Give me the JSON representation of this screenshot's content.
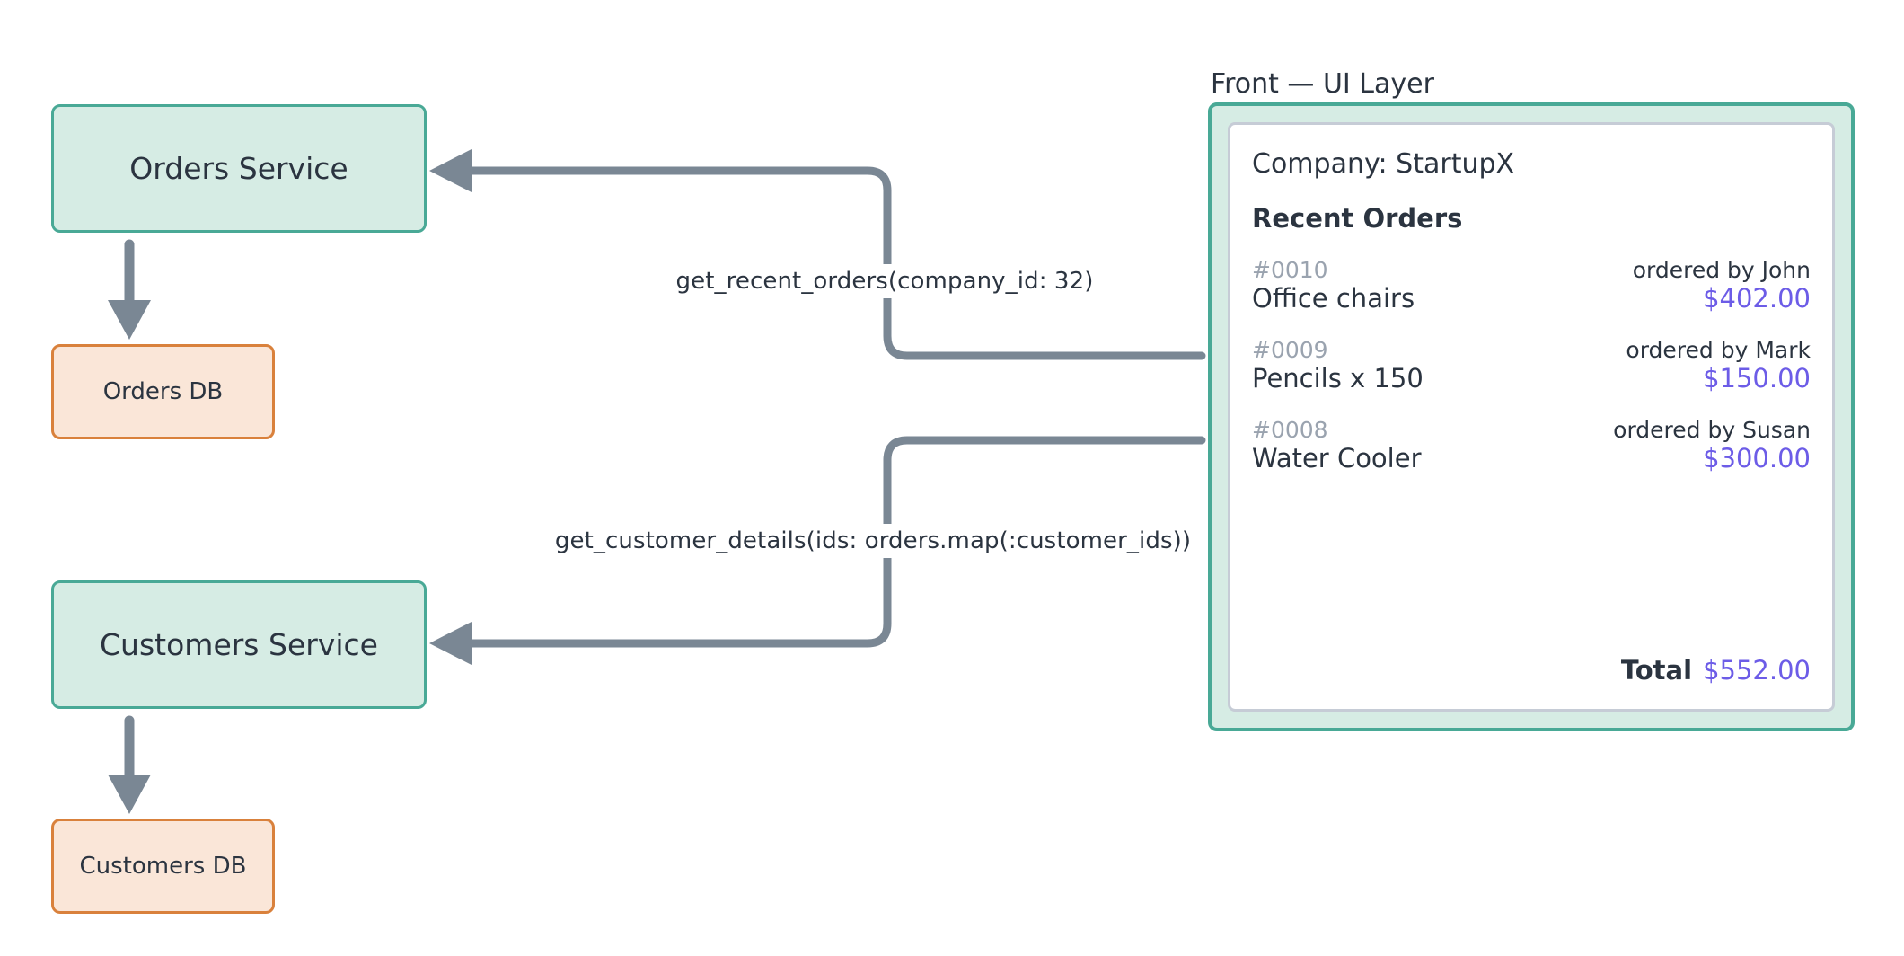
{
  "nodes": {
    "orders_service": "Orders Service",
    "orders_db": "Orders DB",
    "customers_service": "Customers Service",
    "customers_db": "Customers DB"
  },
  "edges": {
    "orders_call": "get_recent_orders(company_id: 32)",
    "customers_call": "get_customer_details(ids: orders.map(:customer_ids))"
  },
  "ui_panel": {
    "title": "Front — UI Layer",
    "company_line": "Company: StartupX",
    "orders_heading": "Recent Orders",
    "orders": [
      {
        "id": "#0010",
        "ordered_by": "ordered by John",
        "item": "Office chairs",
        "amount": "$402.00"
      },
      {
        "id": "#0009",
        "ordered_by": "ordered by Mark",
        "item": "Pencils x 150",
        "amount": "$150.00"
      },
      {
        "id": "#0008",
        "ordered_by": "ordered by Susan",
        "item": "Water Cooler",
        "amount": "$300.00"
      }
    ],
    "total_label": "Total",
    "total_amount": "$552.00"
  },
  "colors": {
    "service_fill": "#d6ece4",
    "service_border": "#49a996",
    "db_fill": "#fae6d8",
    "db_border": "#d9813c",
    "connector": "#7a8794",
    "amount": "#6c5ce7",
    "text": "#2b3440",
    "muted": "#9aa3af"
  }
}
